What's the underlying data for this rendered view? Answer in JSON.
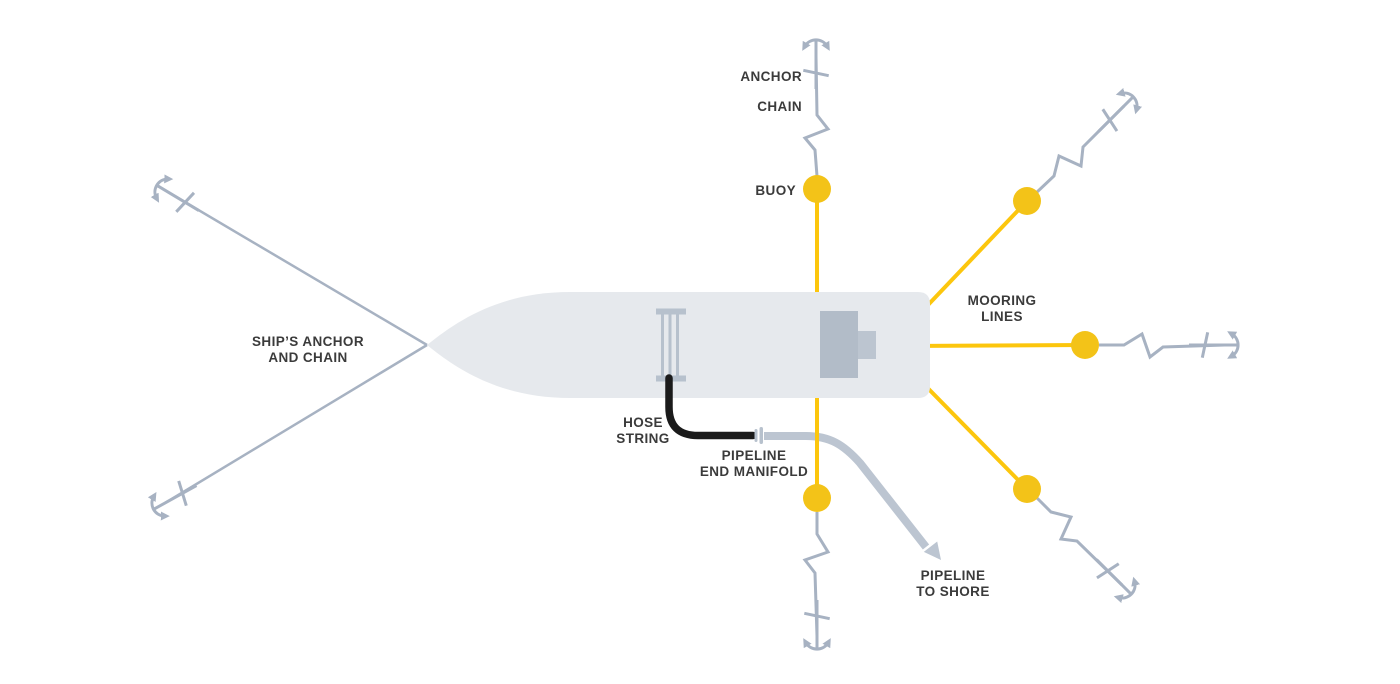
{
  "colors": {
    "background": "#FFFFFF",
    "chain": "#A7B2C2",
    "mooring_line": "#FCC60D",
    "buoy": "#F3C318",
    "hull": "#E6E9ED",
    "superstructure": "#B2BCC8",
    "superstructure_step": "#BCC5D0",
    "deck_equipment": "#B7C1CD",
    "hose": "#1B1B1B",
    "pipeline": "#BCC5D1",
    "label_text": "#3B3B3B"
  },
  "labels": {
    "anchor_chain": {
      "line1": "ANCHOR",
      "line2": "CHAIN"
    },
    "buoy": {
      "line1": "BUOY"
    },
    "mooring_lines": {
      "line1": "MOORING",
      "line2": "LINES"
    },
    "ships_anchor_and_chain": {
      "line1": "SHIP’S ANCHOR",
      "line2": "AND CHAIN"
    },
    "hose_string": {
      "line1": "HOSE",
      "line2": "STRING"
    },
    "pipeline_end_manifold": {
      "line1": "PIPELINE",
      "line2": "END MANIFOLD"
    },
    "pipeline_to_shore": {
      "line1": "PIPELINE",
      "line2": "TO SHORE"
    }
  }
}
